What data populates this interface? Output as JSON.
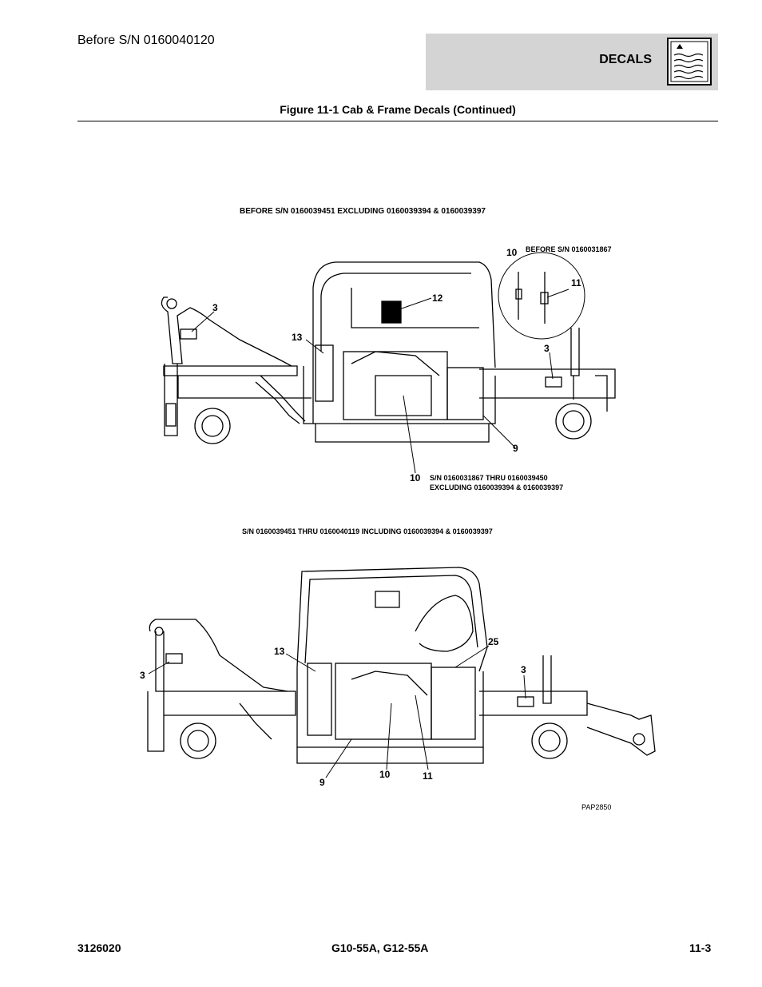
{
  "header": {
    "serial_note": "Before S/N 0160040120",
    "section_title": "DECALS",
    "section_icon": "decal-book-icon"
  },
  "figure": {
    "title": "Figure 11-1 Cab & Frame Decals (Continued)"
  },
  "top_view": {
    "caption": "BEFORE S/N 0160039451 EXCLUDING 0160039394 & 0160039397",
    "inset_caption": "BEFORE S/N 0160031867",
    "callouts": {
      "c10_inset": "10",
      "c11": "11",
      "c12": "12",
      "c13": "13",
      "c3_left": "3",
      "c3_right": "3",
      "c9": "9",
      "c10_bottom": "10"
    },
    "bottom_note_line1": "S/N 0160031867 THRU 0160039450",
    "bottom_note_line2": "EXCLUDING 0160039394 & 0160039397"
  },
  "bottom_view": {
    "caption": "S/N 0160039451 THRU 0160040119 INCLUDING 0160039394 & 0160039397",
    "callouts": {
      "c13": "13",
      "c3_left": "3",
      "c25": "25",
      "c3_right": "3",
      "c9": "9",
      "c10": "10",
      "c11": "11"
    },
    "art_id": "PAP2850"
  },
  "footer": {
    "doc_number": "3126020",
    "models": "G10-55A, G12-55A",
    "page": "11-3"
  }
}
